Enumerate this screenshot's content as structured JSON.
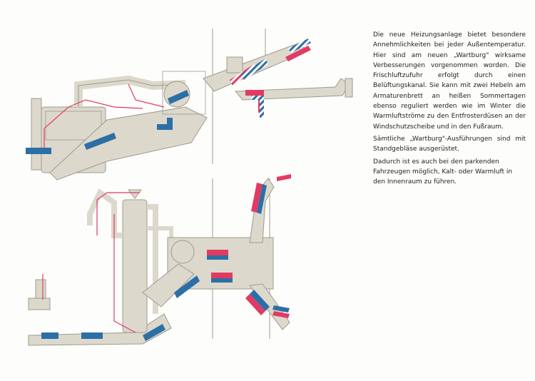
{
  "colors": {
    "housing": "#dcd8cc",
    "outline": "#9e9a8e",
    "warm_air": "#e23a63",
    "cold_air": "#2c6fa6",
    "paper": "#fdfdfb",
    "text": "#222222"
  },
  "text": {
    "paragraphs": [
      "Die neue Heizungsanlage bietet besondere Annehmlichkeiten bei jeder Außentemperatur. Hier sind am neuen „Wartburg\" wirksame Verbesserungen vorgenommen worden. Die Frischluftzufuhr erfolgt durch einen Belüftungskanal. Sie kann mit zwei Hebeln am Armaturenbrett an heißen Sommertagen ebenso reguliert werden wie im Winter die Warmluftströme zu den Entfrosterdüsen an der Windschutzscheibe und in den Fußraum.",
      "Sämtliche „Wartburg\"-Ausführungen sind mit Standgebläse ausgerüstet.",
      "Dadurch ist es auch bei den parkenden Fahrzeugen möglich, Kalt- oder Warmluft in den Innenraum zu führen."
    ]
  },
  "diagram": {
    "views": [
      "side-view",
      "top-view"
    ]
  }
}
